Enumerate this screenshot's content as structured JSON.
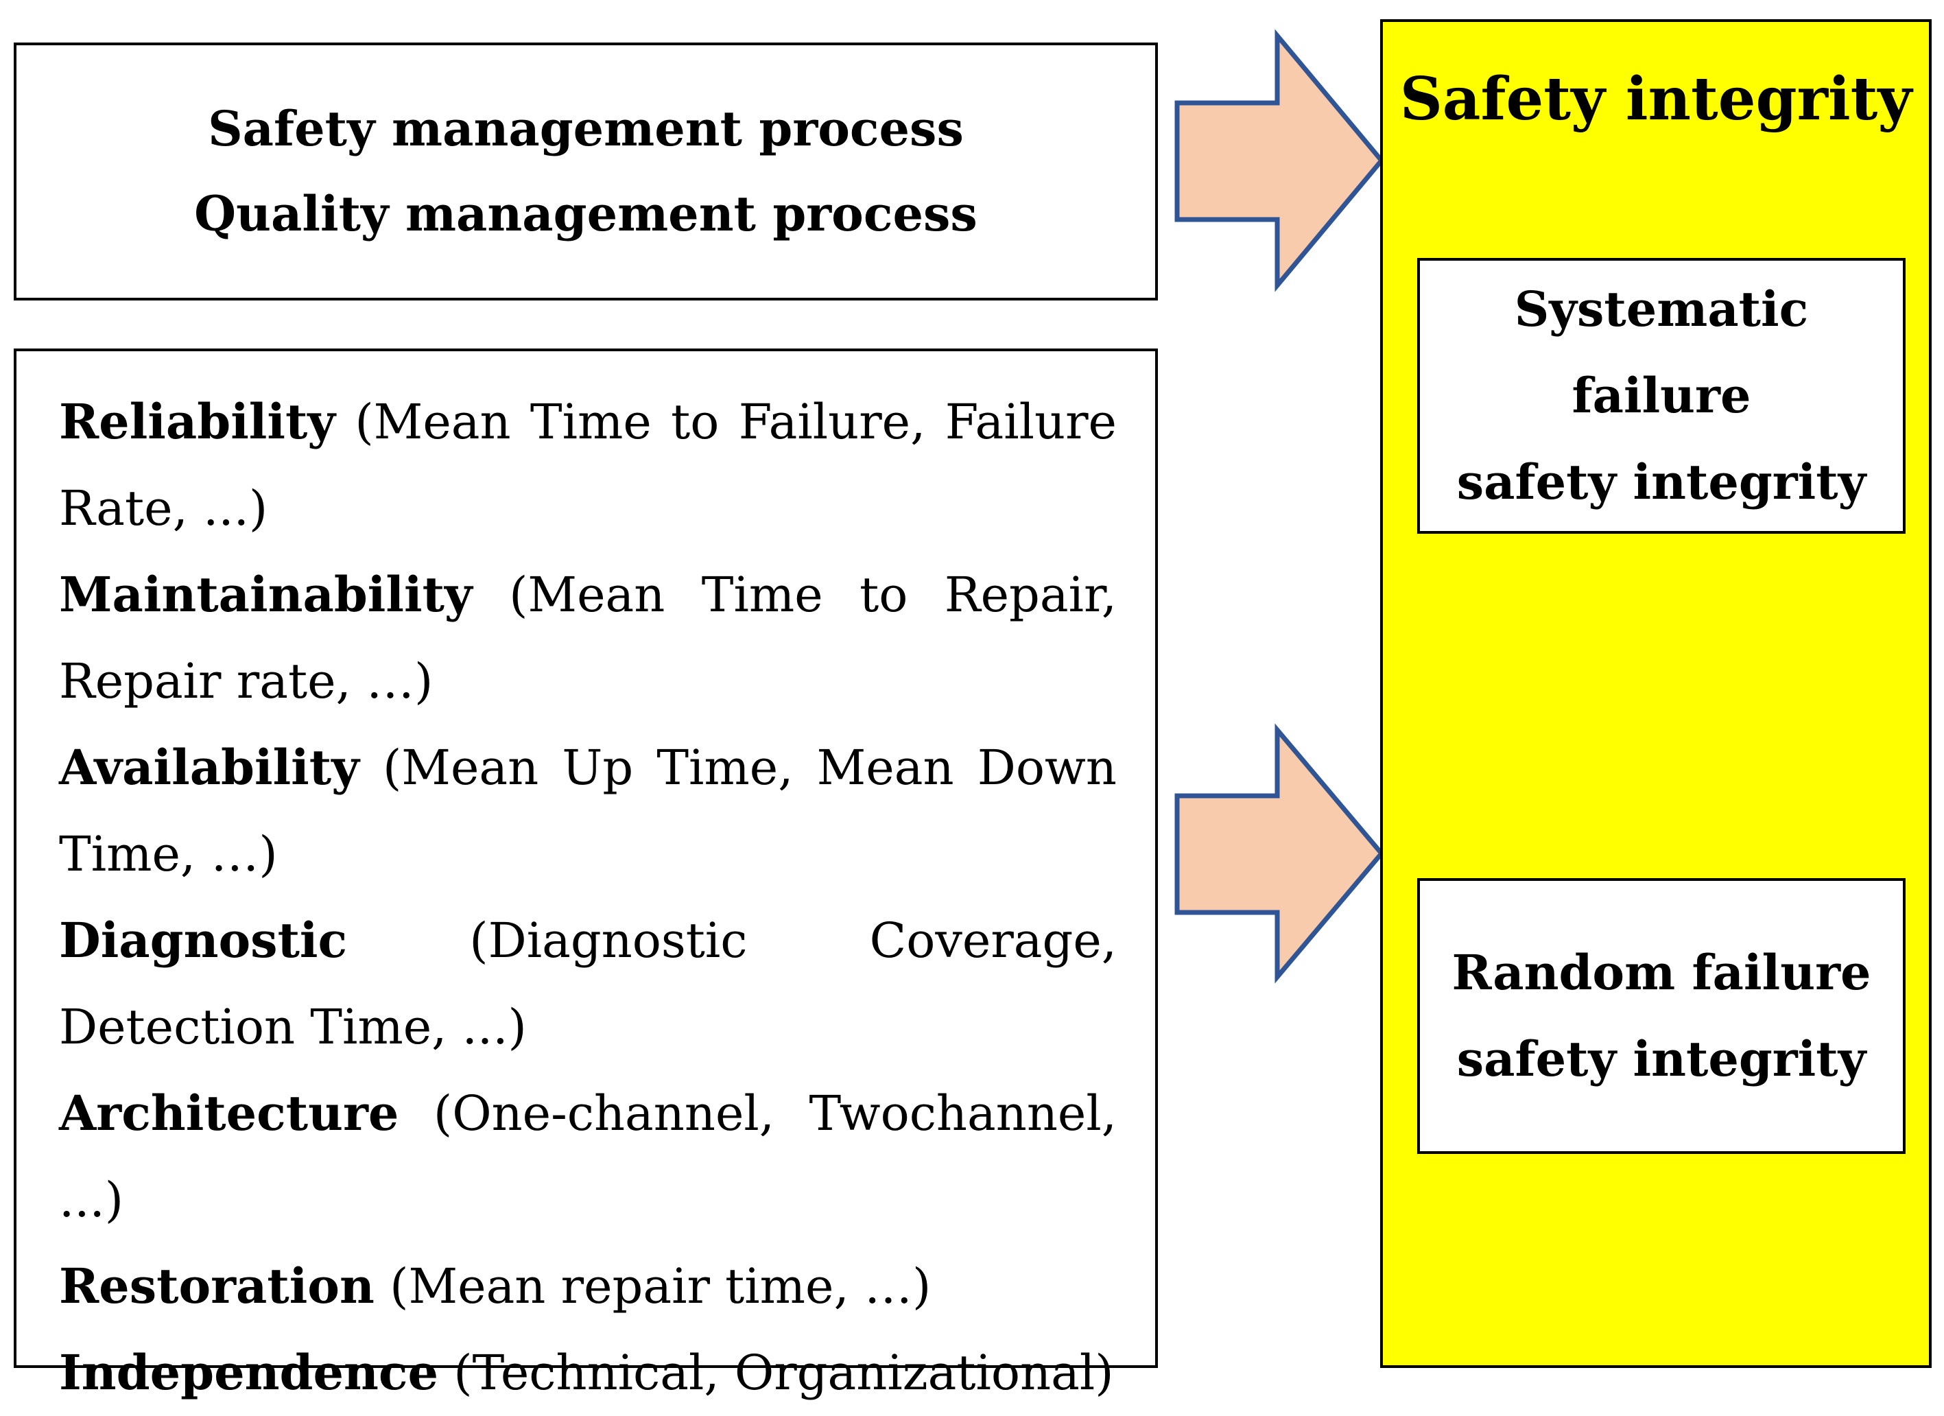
{
  "process_box": {
    "lines": [
      "Safety management process",
      "Quality management process"
    ]
  },
  "factors": [
    {
      "name": "Reliability",
      "detail": "(Mean Time to Failure, Failure Rate, ...)"
    },
    {
      "name": "Maintainability",
      "detail": "(Mean Time to Repair, Repair rate, …)"
    },
    {
      "name": "Availability",
      "detail": "(Mean Up Time, Mean Down Time, …)"
    },
    {
      "name": "Diagnostic",
      "detail": "(Diagnostic Coverage, Detection Time, ...)"
    },
    {
      "name": "Architecture",
      "detail": "(One-channel, Twochannel, ...)"
    },
    {
      "name": "Restoration",
      "detail": "(Mean repair time, …)"
    },
    {
      "name": "Independence",
      "detail": "(Technical, Organizational)"
    }
  ],
  "integrity": {
    "title": "Safety integrity",
    "systematic": [
      "Systematic failure",
      "safety integrity"
    ],
    "random": [
      "Random failure",
      "safety integrity"
    ]
  },
  "colors": {
    "panel": "#ffff00",
    "arrow_fill": "#f8cbad",
    "arrow_stroke": "#2f5597"
  }
}
